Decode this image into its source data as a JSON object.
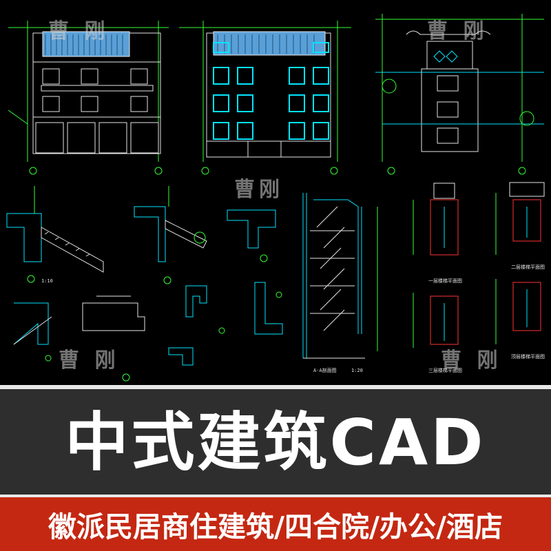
{
  "watermarks": [
    "曹 刚",
    "曹刚",
    "曹 刚",
    "曹 刚",
    "曹 刚"
  ],
  "drawing_labels": {
    "section_title": "A-A剖面图",
    "scale": "1:20",
    "plan1": "一层楼梯平面图",
    "plan2": "二层楼梯平面图",
    "plan3": "三层楼梯平面图",
    "plan4": "顶层楼梯平面图",
    "detail_scale": "1:10"
  },
  "headline": "中式建筑CAD",
  "subline": "徽派民居商住建筑/四合院/办公/酒店",
  "colors": {
    "cad_background": "#000000",
    "band": "#2e2e2e",
    "bottom_bar": "#c42812",
    "cad_cyan": "#00e5ff",
    "cad_green": "#33ff33",
    "cad_white": "#e6e6e6"
  }
}
